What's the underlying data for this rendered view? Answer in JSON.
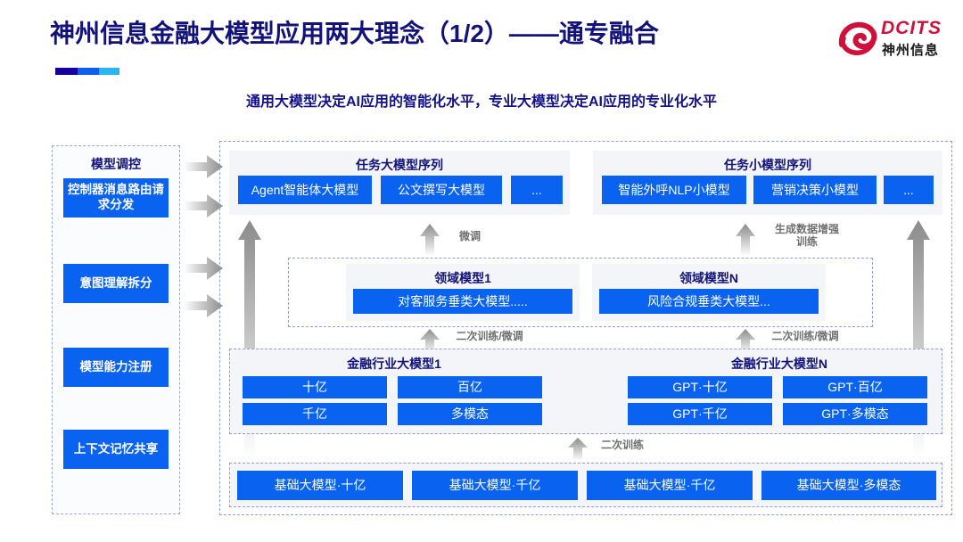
{
  "header": {
    "title": "神州信息金融大模型应用两大理念（1/2）——通专融合",
    "subtitle": "通用大模型决定AI应用的智能化水平，专业大模型决定AI应用的专业化水平",
    "logo_en": "DCITS",
    "logo_cn": "神州信息"
  },
  "colors": {
    "title_navy": "#12127a",
    "box_blue": "#0a62f0",
    "panel_gray": "#f3f5f9",
    "dashed_border": "#8fa0d0",
    "logo_red": "#d0103a",
    "arrow_gray": "#8e8e8e"
  },
  "sidebar": {
    "title": "模型调控",
    "items": [
      {
        "label": "控制器消息路由请求分发"
      },
      {
        "label": "意图理解拆分"
      },
      {
        "label": "模型能力注册"
      },
      {
        "label": "上下文记忆共享"
      }
    ]
  },
  "task_sequences": [
    {
      "title": "任务大模型序列",
      "items": [
        "Agent智能体大模型",
        "公文撰写大模型",
        "..."
      ]
    },
    {
      "title": "任务小模型序列",
      "items": [
        "智能外呼NLP小模型",
        "营销决策小模型",
        "..."
      ]
    }
  ],
  "domain_models": [
    {
      "title": "领域模型1",
      "item": "对客服务垂类大模型....."
    },
    {
      "title": "领域模型N",
      "item": "风险合规垂类大模型..."
    }
  ],
  "industry_models": [
    {
      "title": "金融行业大模型1",
      "items": [
        "十亿",
        "百亿",
        "千亿",
        "多模态"
      ]
    },
    {
      "title": "金融行业大模型N",
      "items": [
        "GPT·十亿",
        "GPT·百亿",
        "GPT·千亿",
        "GPT·多模态"
      ]
    }
  ],
  "base_models": [
    "基础大模型·十亿",
    "基础大模型·千亿",
    "基础大模型·千亿",
    "基础大模型·多模态"
  ],
  "arrow_labels": {
    "fine_tune": "微调",
    "gen_data_aug": "生成数据增强\n训练",
    "retrain_finetune": "二次训练/微调",
    "retrain": "二次训练"
  }
}
